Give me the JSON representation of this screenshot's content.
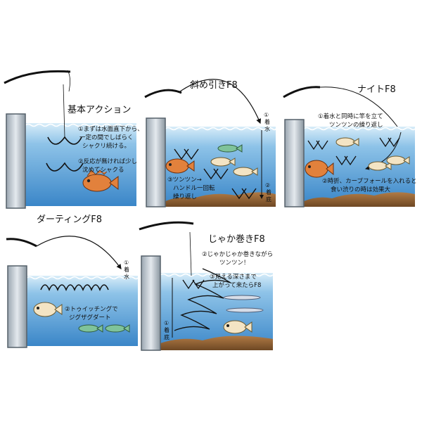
{
  "panels": [
    {
      "id": "basic",
      "title": "基本アクション",
      "notes": [
        "①まずは水面直下から、",
        "一定の間でしばらく",
        "シャクリ続ける。",
        "②反応が無ければ少し",
        "沈めてシャクる"
      ]
    },
    {
      "id": "naname",
      "title": "斜め引きF8",
      "notes": [
        "③ツンツン→",
        "ハンドル一回転",
        "繰り返し"
      ],
      "marks": [
        "①",
        "着",
        "水",
        "②",
        "着",
        "底"
      ]
    },
    {
      "id": "night",
      "title": "ナイトF8",
      "notes": [
        "①着水と同時に竿を立て",
        "ツンツンの繰り返し",
        "②時折、カーブフォールを入れると",
        "食い渋りの時は効果大"
      ]
    },
    {
      "id": "darting",
      "title": "ダーティングF8",
      "notes": [
        "②トゥイッチングで",
        "ジグザグダート"
      ],
      "marks": [
        "①",
        "着",
        "水"
      ]
    },
    {
      "id": "jyaka",
      "title": "じゃか巻きF8",
      "notes": [
        "②じゃかじゃか巻きながら",
        "ツンツン！",
        "③見える深さまで",
        "上がって来たらF8"
      ],
      "marks": [
        "①",
        "着",
        "底"
      ]
    }
  ],
  "colors": {
    "water_top": "#cfe6f6",
    "water_bottom": "#3f8fcf",
    "seabed": "#9a6a3a",
    "pier": "#c9d1d8"
  }
}
